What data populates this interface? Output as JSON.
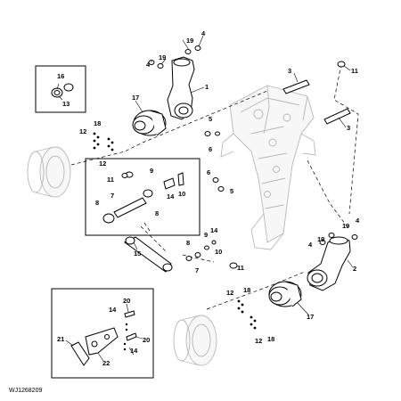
{
  "figure_code": "WJ1268209",
  "callouts": {
    "c1a": "1",
    "c2": "2",
    "c3a": "3",
    "c3b": "3",
    "c4a": "4",
    "c4b": "4",
    "c4c": "4",
    "c4d": "4",
    "c5a": "5",
    "c5b": "5",
    "c6a": "6",
    "c6b": "6",
    "c7a": "7",
    "c7b": "7",
    "c8a": "8",
    "c8b": "8",
    "c8c": "8",
    "c9a": "9",
    "c9b": "9",
    "c10a": "10",
    "c10b": "10",
    "c11a": "11",
    "c11b": "11",
    "c11c": "11",
    "c12a": "12",
    "c12b": "12",
    "c12c": "12",
    "c12d": "12",
    "c13": "13",
    "c14a": "14",
    "c14b": "14",
    "c14c": "14",
    "c14d": "14",
    "c15": "15",
    "c16": "16",
    "c17a": "17",
    "c17b": "17",
    "c18a": "18",
    "c18b": "18",
    "c18c": "18",
    "c19a": "19",
    "c19b": "19",
    "c19c": "19",
    "c19d": "19",
    "c20a": "20",
    "c20b": "20",
    "c21": "21",
    "c22": "22"
  }
}
